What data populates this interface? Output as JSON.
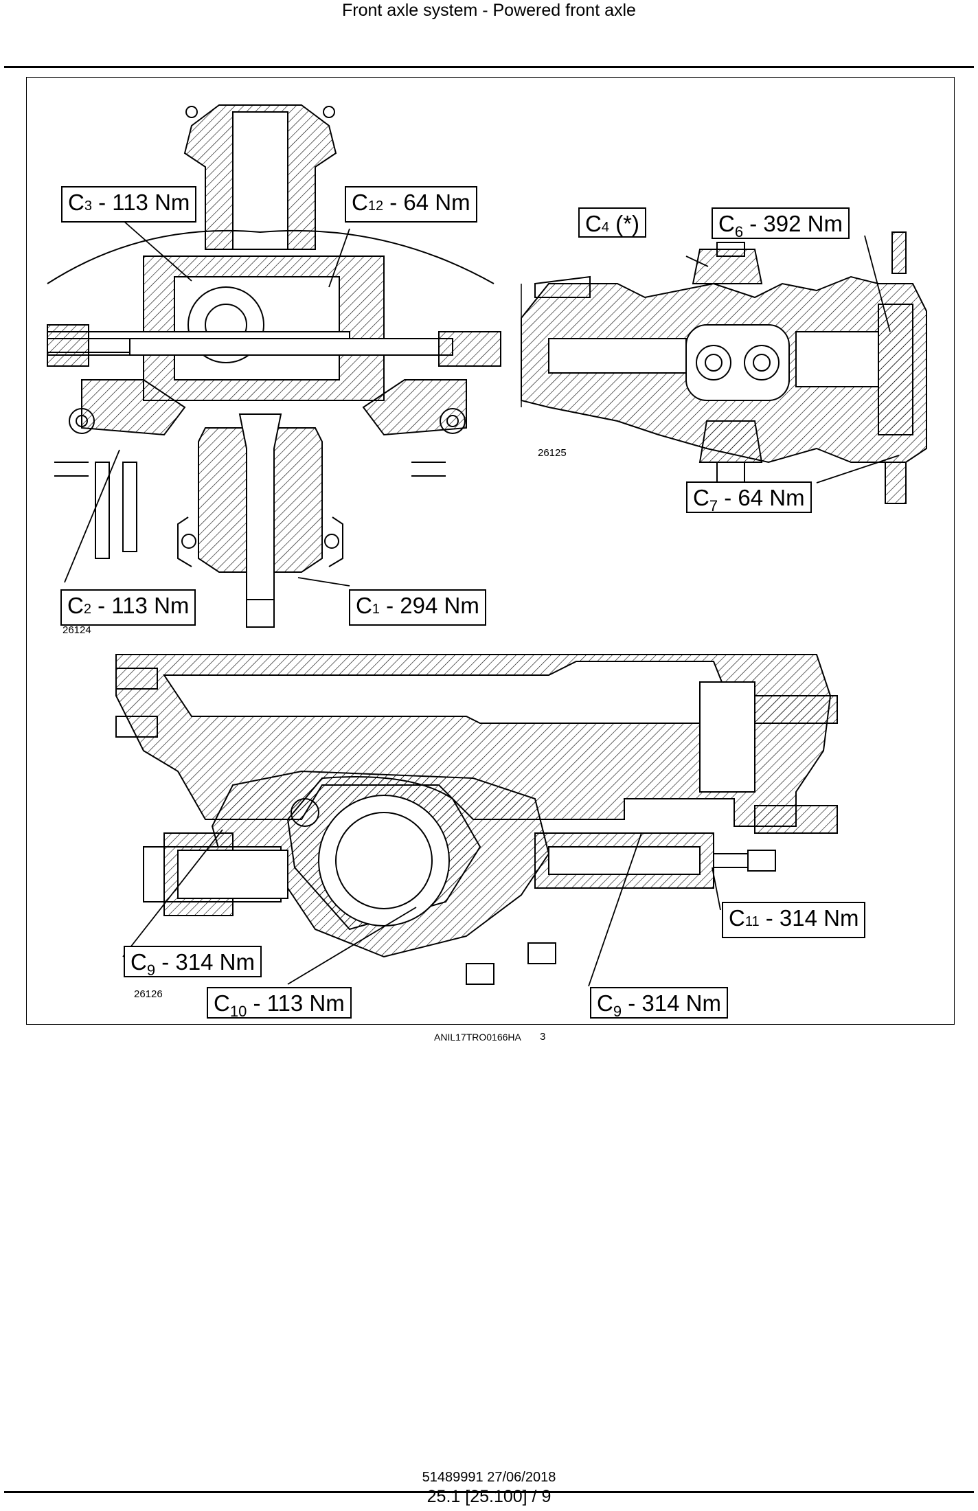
{
  "header": {
    "title": "Front axle system - Powered front axle"
  },
  "figure": {
    "views": [
      {
        "id": "26124"
      },
      {
        "id": "26125"
      },
      {
        "id": "26126"
      }
    ],
    "callouts": {
      "c3": {
        "letter": "C",
        "index": "3",
        "value": " - 113 Nm"
      },
      "c12": {
        "letter": "C",
        "index": "12",
        "value": " - 64 Nm"
      },
      "c4": {
        "letter": "C",
        "index": "4",
        "value": " (*)"
      },
      "c6": {
        "letter": "C",
        "index": "6",
        "value": " - 392 Nm"
      },
      "c7": {
        "letter": "C",
        "index": "7",
        "value": " - 64 Nm"
      },
      "c2": {
        "letter": "C",
        "index": "2",
        "value": " - 113 Nm"
      },
      "c1": {
        "letter": "C",
        "index": "1",
        "value": " - 294 Nm"
      },
      "c11": {
        "letter": "C",
        "index": "11",
        "value": " - 314 Nm"
      },
      "c9a": {
        "letter": "C",
        "index": "9",
        "value": " - 314 Nm"
      },
      "c10": {
        "letter": "C",
        "index": "10",
        "value": " - 113 Nm"
      },
      "c9b": {
        "letter": "C",
        "index": "9",
        "value": " - 314 Nm"
      }
    },
    "reference": "ANIL17TRO0166HA",
    "number": "3"
  },
  "footer": {
    "doc_id": "51489991 27/06/2018",
    "page": "25.1 [25.100] / 9"
  }
}
